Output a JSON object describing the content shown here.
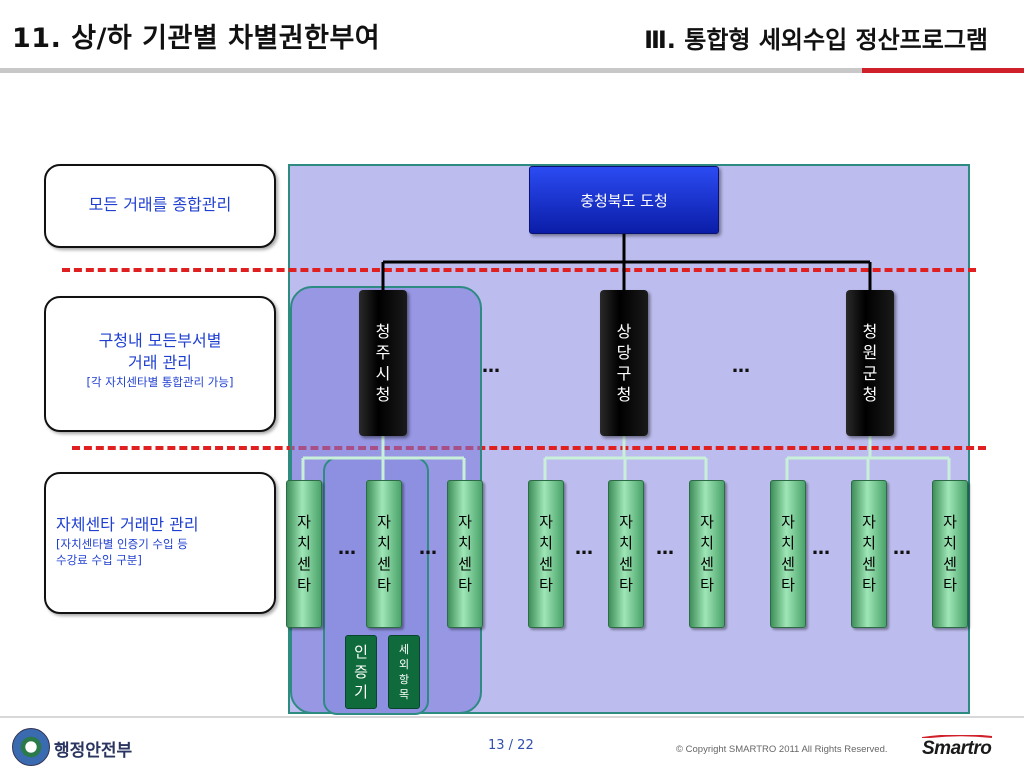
{
  "header": {
    "title": "11. 상/하 기관별 차별권한부여",
    "section": "Ⅲ. 통합형 세외수입 정산프로그램"
  },
  "left_boxes": [
    {
      "main": "모든 거래를 종합관리",
      "sub": ""
    },
    {
      "main": "구청내 모든부서별\n거래 관리",
      "sub": "[각 자치센타별 통합관리 가능]"
    },
    {
      "main": "자체센타 거래만 관리",
      "sub": "[자치센타별 인증기 수입 등\n수강료 수입 구분]"
    }
  ],
  "hq": {
    "label": "충청북도 도청"
  },
  "district_offices": [
    {
      "label": "청주시청"
    },
    {
      "label": "상당구청"
    },
    {
      "label": "청원군청"
    }
  ],
  "ellipsis": "…",
  "center_label": "자치센타",
  "green_boxes": [
    {
      "label": "인증기"
    },
    {
      "label": "세외항목"
    }
  ],
  "footer": {
    "ministry": "행정안전부",
    "page": "13 / 22",
    "copyright": "© Copyright SMARTRO 2011 All Rights Reserved.",
    "brand": "Smartro"
  },
  "colors": {
    "accent_red": "#d0202a",
    "panel": "#bcbcee",
    "hq_blue": "#1a33d0",
    "center_green": "#9fe6b6"
  }
}
